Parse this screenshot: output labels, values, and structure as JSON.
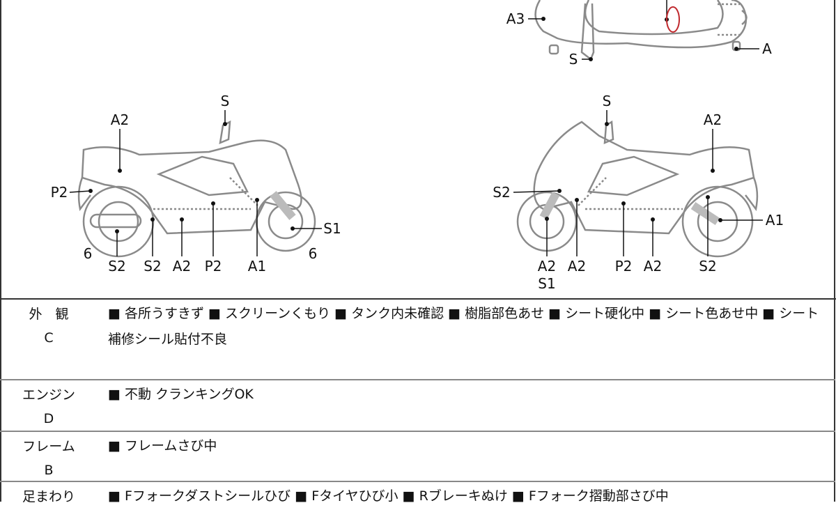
{
  "diagram": {
    "top_view": {
      "labels": [
        "A3",
        "S",
        "A"
      ]
    },
    "left_view": {
      "labels": [
        "S",
        "A2",
        "P2",
        "S1",
        "6",
        "6",
        "S2",
        "S2",
        "A2",
        "P2",
        "A1"
      ]
    },
    "right_view": {
      "labels": [
        "S",
        "A2",
        "S2",
        "A1",
        "A2",
        "S1",
        "A2",
        "P2",
        "A2",
        "S2"
      ]
    },
    "mark_color": "#c0282d",
    "line_color": "#8a8a8a"
  },
  "sections": [
    {
      "name": "外　観",
      "grade": "C",
      "text": "■ 各所うすきず ■ スクリーンくもり ■ タンク内未確認 ■ 樹脂部色あせ ■ シート硬化中 ■ シート色あせ中 ■ シート補修シール貼付不良"
    },
    {
      "name": "エンジン",
      "grade": "D",
      "text": "■ 不動 クランキングOK"
    },
    {
      "name": "フレーム",
      "grade": "B",
      "text": "■ フレームさび中"
    },
    {
      "name": "足まわり",
      "grade": "",
      "text": "■ Fフォークダストシールひび ■ Fタイヤひび小 ■ Rブレーキぬけ ■ Fフォーク摺動部さび中"
    }
  ]
}
